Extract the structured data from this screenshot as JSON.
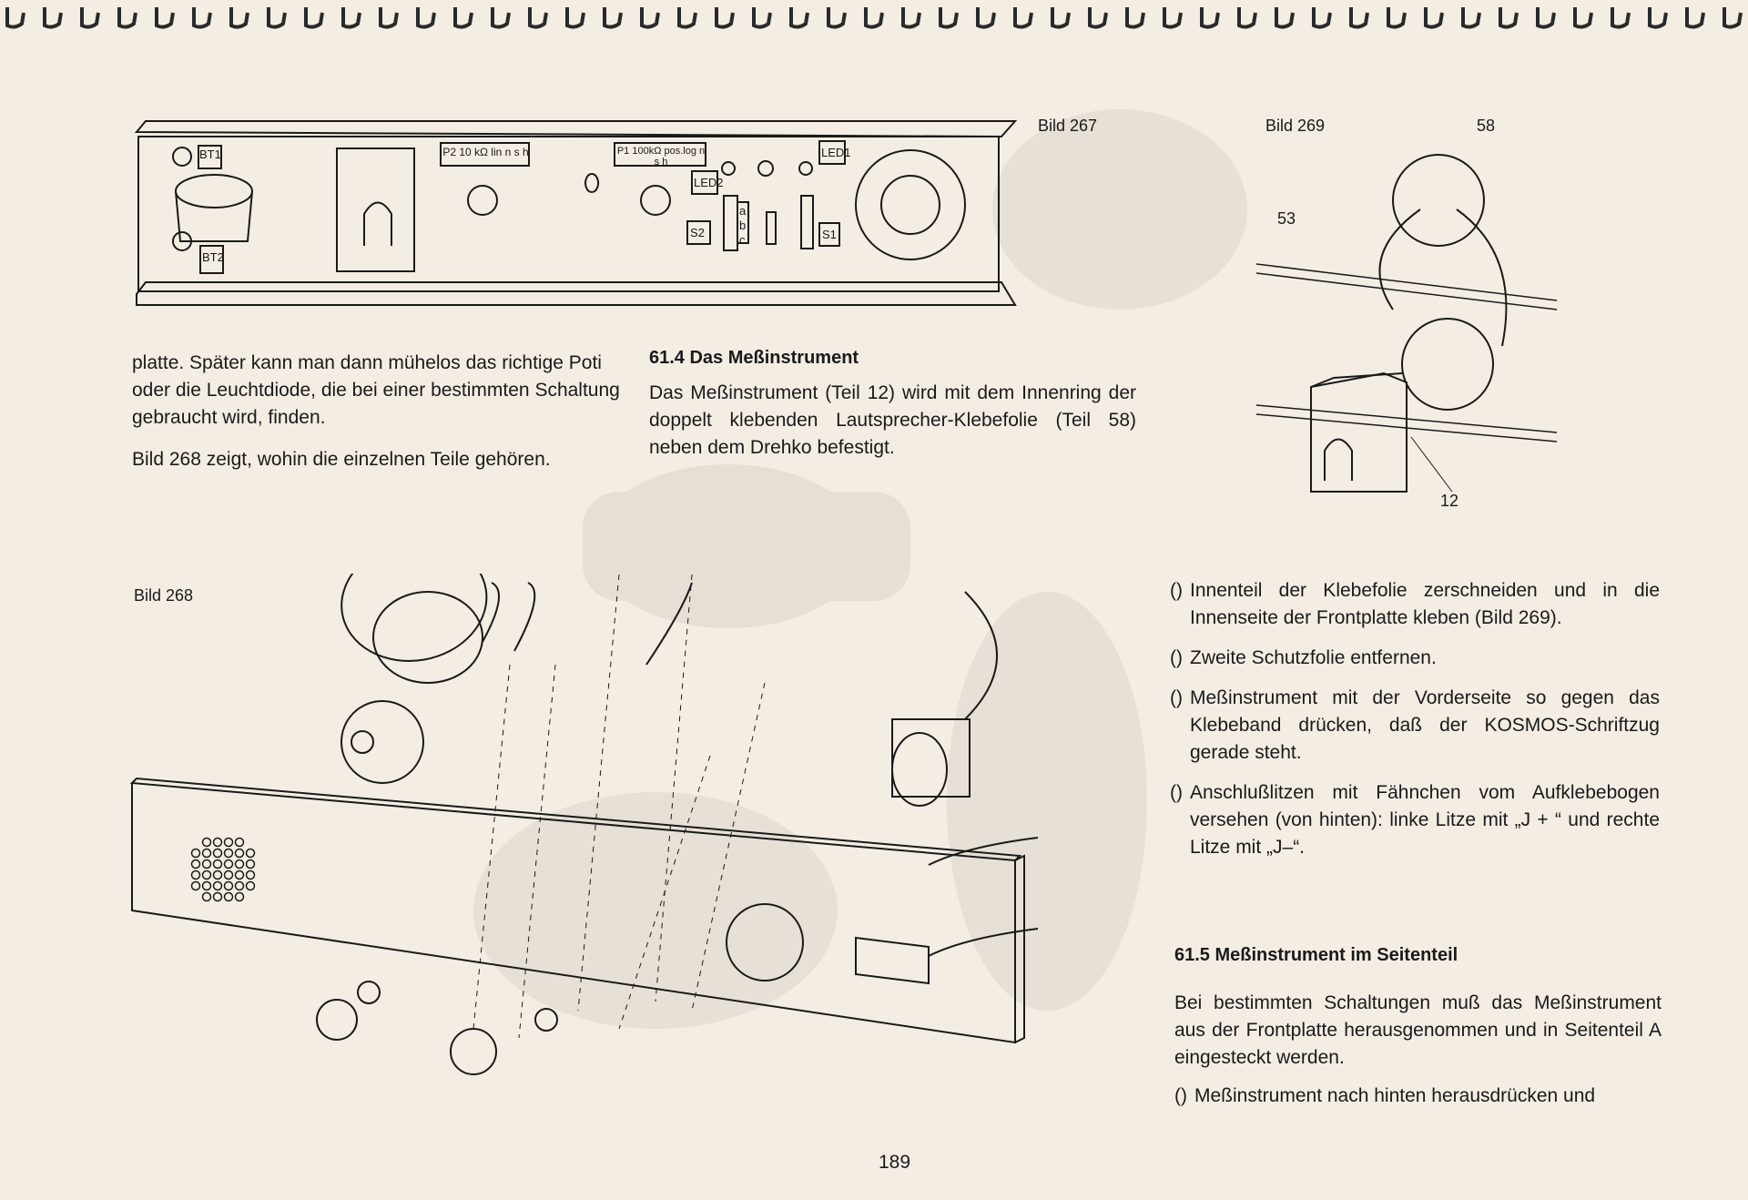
{
  "page_number": "189",
  "figures": {
    "bild267": {
      "label": "Bild 267",
      "parts": [
        "BT1",
        "BT2",
        "P2 10 kΩ lin n s h",
        "P1 100kΩ pos.log n s h",
        "LED2",
        "LED1",
        "S2",
        "S1",
        "a",
        "b",
        "c"
      ]
    },
    "bild268": {
      "label": "Bild 268"
    },
    "bild269": {
      "label": "Bild 269",
      "callouts": [
        "58",
        "53",
        "12"
      ]
    }
  },
  "left_column": {
    "paragraph1": "platte. Später kann man dann mühelos das richtige Poti oder die Leuchtdiode, die bei einer bestimmten Schaltung gebraucht wird, finden.",
    "paragraph2": "Bild 268 zeigt, wohin die einzelnen Teile gehören."
  },
  "section_61_4": {
    "heading": "61.4 Das Meßinstrument",
    "paragraph": "Das Meßinstrument (Teil 12) wird mit dem Innenring der doppelt klebenden Lautsprecher-Klebefolie (Teil 58) neben dem Drehko befestigt."
  },
  "right_column": {
    "checkbox_mark": "()",
    "steps": [
      "Innenteil der Klebefolie zerschneiden und in die Innenseite der Frontplatte kleben (Bild 269).",
      "Zweite Schutzfolie entfernen.",
      "Meßinstrument mit der Vorderseite so gegen das Klebeband drücken, daß der KOSMOS-Schriftzug gerade steht.",
      "Anschlußlitzen mit Fähnchen vom Aufklebebogen versehen (von hinten): linke Litze mit „J + “ und rechte Litze mit „J–“."
    ]
  },
  "section_61_5": {
    "heading": "61.5 Meßinstrument im Seitenteil",
    "paragraph": "Bei bestimmten Schaltungen muß das Meßinstrument aus der Frontplatte herausgenommen und in Seitenteil A eingesteckt werden.",
    "steps": [
      "Meßinstrument nach hinten herausdrücken und"
    ]
  },
  "colors": {
    "paper": "#f3ede4",
    "ink": "#1a1a1a",
    "watermark": "#dcd6cc"
  }
}
